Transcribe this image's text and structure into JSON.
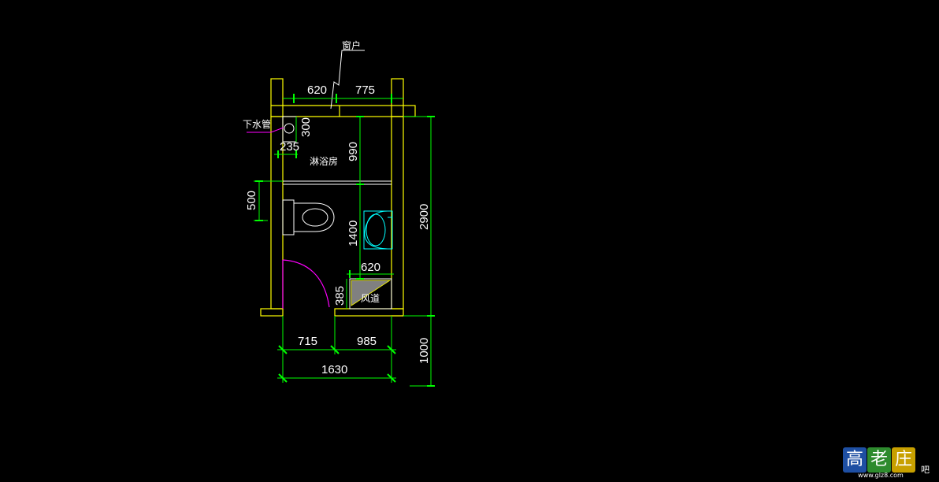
{
  "labels": {
    "window": "窗户",
    "drain_pipe": "下水管",
    "shower_room": "淋浴房",
    "air_duct": "风道"
  },
  "dimensions": {
    "top_left": "620",
    "top_right": "775",
    "drain_w": "235",
    "drain_h": "300",
    "shower_depth": "990",
    "toilet_offset": "500",
    "basin_zone": "1400",
    "duct_w": "620",
    "duct_h": "385",
    "total_height": "2900",
    "bottom_left": "715",
    "bottom_right": "985",
    "total_width": "1630",
    "outside_height": "1000"
  },
  "watermark": {
    "chars": [
      "高",
      "老",
      "庄"
    ],
    "url": "www.glz8.com",
    "suffix": "吧"
  },
  "colors": {
    "background": "#000000",
    "wall": "#ffff00",
    "dimension": "#00ff00",
    "door": "#ff00ff",
    "basin": "#00ffff",
    "text": "#ffffff"
  }
}
